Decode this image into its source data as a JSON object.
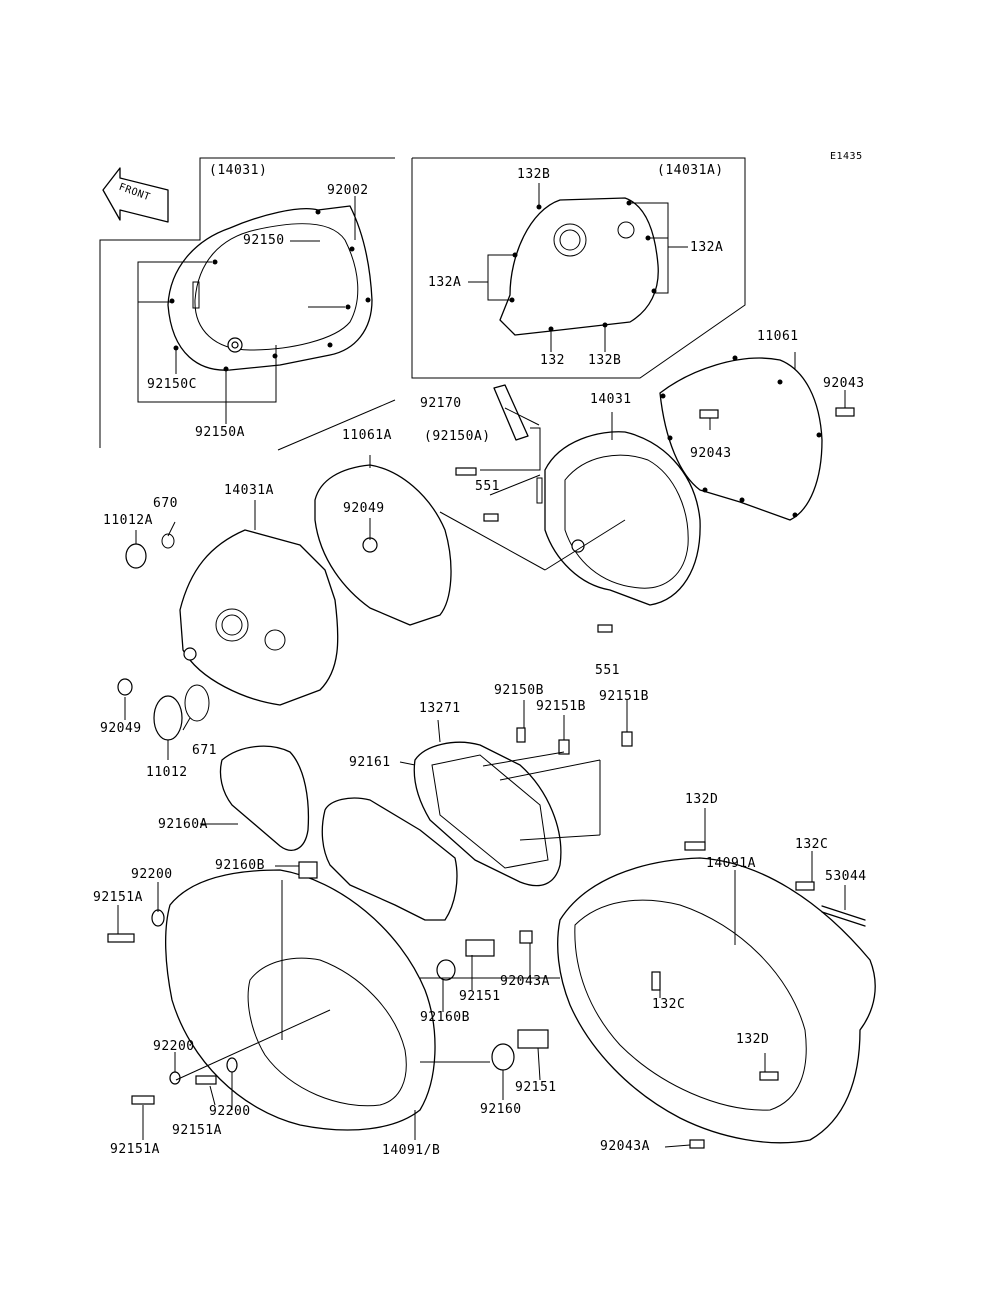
{
  "diagram_code": "E1435",
  "front_label": "FRONT",
  "labels": {
    "l14031_box": "(14031)",
    "l92002": "92002",
    "l92150": "92150",
    "l92150c": "92150C",
    "l92150a": "92150A",
    "l132b_top": "132B",
    "l14031a_box": "(14031A)",
    "l132a_right": "132A",
    "l132a_left": "132A",
    "l132": "132",
    "l132b_bot": "132B",
    "l11061": "11061",
    "l92043_a": "92043",
    "l92043_b": "92043",
    "l92170": "92170",
    "l92150a_paren": "(92150A)",
    "l14031": "14031",
    "l551_top": "551",
    "l551_bot": "551",
    "l11061a": "11061A",
    "l14031a": "14031A",
    "l670": "670",
    "l11012a": "11012A",
    "l92049_a": "92049",
    "l92049_b": "92049",
    "l671": "671",
    "l11012": "11012",
    "l92150b": "92150B",
    "l92151b_a": "92151B",
    "l92151b_b": "92151B",
    "l13271": "13271",
    "l92161": "92161",
    "l92160a": "92160A",
    "l132d_top": "132D",
    "l132c_top": "132C",
    "l14091a": "14091A",
    "l53044": "53044",
    "l92200_a": "92200",
    "l92160b_top": "92160B",
    "l92151a_a": "92151A",
    "l92151_a": "92151",
    "l92043a_a": "92043A",
    "l132c_mid": "132C",
    "l92160b_bot": "92160B",
    "l132d_bot": "132D",
    "l92200_b": "92200",
    "l92200_c": "92200",
    "l92151a_b": "92151A",
    "l92151a_c": "92151A",
    "l92160": "92160",
    "l92151_b": "92151",
    "l14091b": "14091/B",
    "l92043a_b": "92043A"
  }
}
